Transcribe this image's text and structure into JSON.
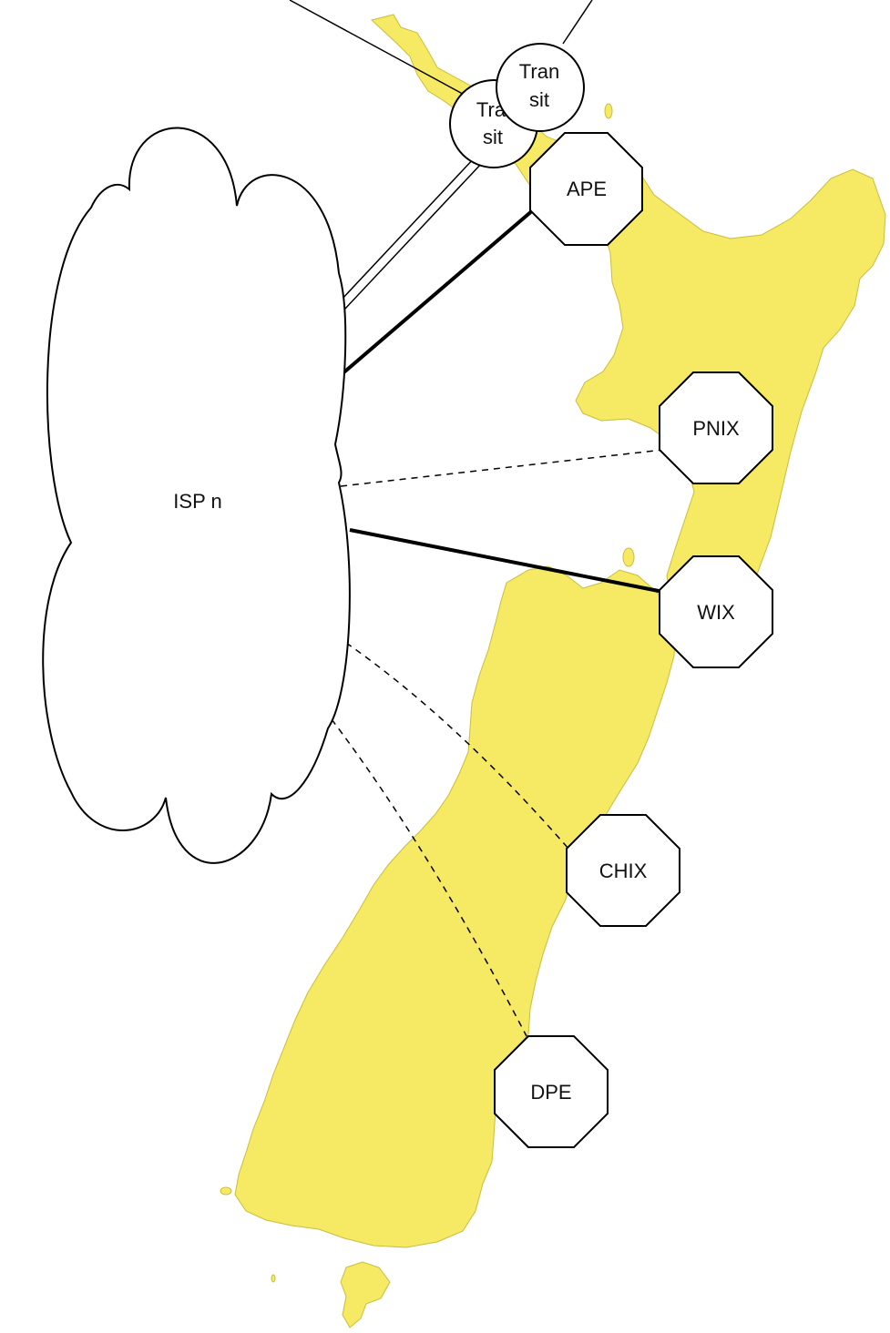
{
  "diagram": {
    "colors": {
      "land": "#f6e964",
      "land_stroke": "#c9bd3c",
      "node_fill": "#ffffff",
      "stroke": "#000000"
    },
    "cloud": {
      "label": "ISP n"
    },
    "transit_nodes": [
      {
        "line1": "Tra",
        "line2": "sit"
      },
      {
        "line1": "Tran",
        "line2": "sit"
      }
    ],
    "exchanges": {
      "ape": "APE",
      "pnix": "PNIX",
      "wix": "WIX",
      "chix": "CHIX",
      "dpe": "DPE"
    }
  }
}
